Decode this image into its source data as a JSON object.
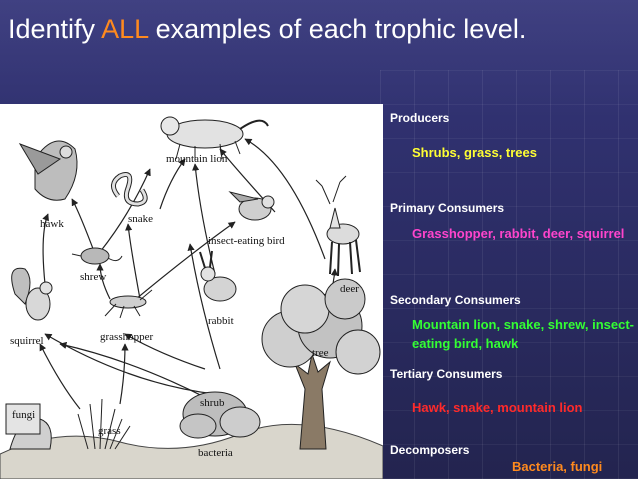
{
  "title": {
    "prefix": "Identify ",
    "accent": "ALL",
    "suffix": " examples of each trophic level."
  },
  "diagram": {
    "labels": {
      "mountain_lion": "mountain lion",
      "hawk": "hawk",
      "snake": "snake",
      "insect_bird": "insect-eating bird",
      "deer": "deer",
      "shrew": "shrew",
      "squirrel": "squirrel",
      "grasshopper": "grasshopper",
      "rabbit": "rabbit",
      "tree": "tree",
      "shrub": "shrub",
      "grass": "grass",
      "fungi": "fungi",
      "bacteria": "bacteria"
    }
  },
  "levels": [
    {
      "label": "Producers",
      "value": "Shrubs, grass, trees",
      "color": "#ffff33"
    },
    {
      "label": "Primary Consumers",
      "value": "Grasshopper, rabbit, deer, squirrel",
      "color": "#ff44cc"
    },
    {
      "label": "Secondary Consumers",
      "value": "Mountain lion, snake, shrew, insect-eating bird, hawk",
      "color": "#33ff33"
    },
    {
      "label": "Tertiary Consumers",
      "value": "Hawk, snake, mountain lion",
      "color": "#ff2a2a"
    },
    {
      "label": "Decomposers",
      "value": "Bacteria, fungi",
      "color": "#ff8a1e"
    }
  ]
}
